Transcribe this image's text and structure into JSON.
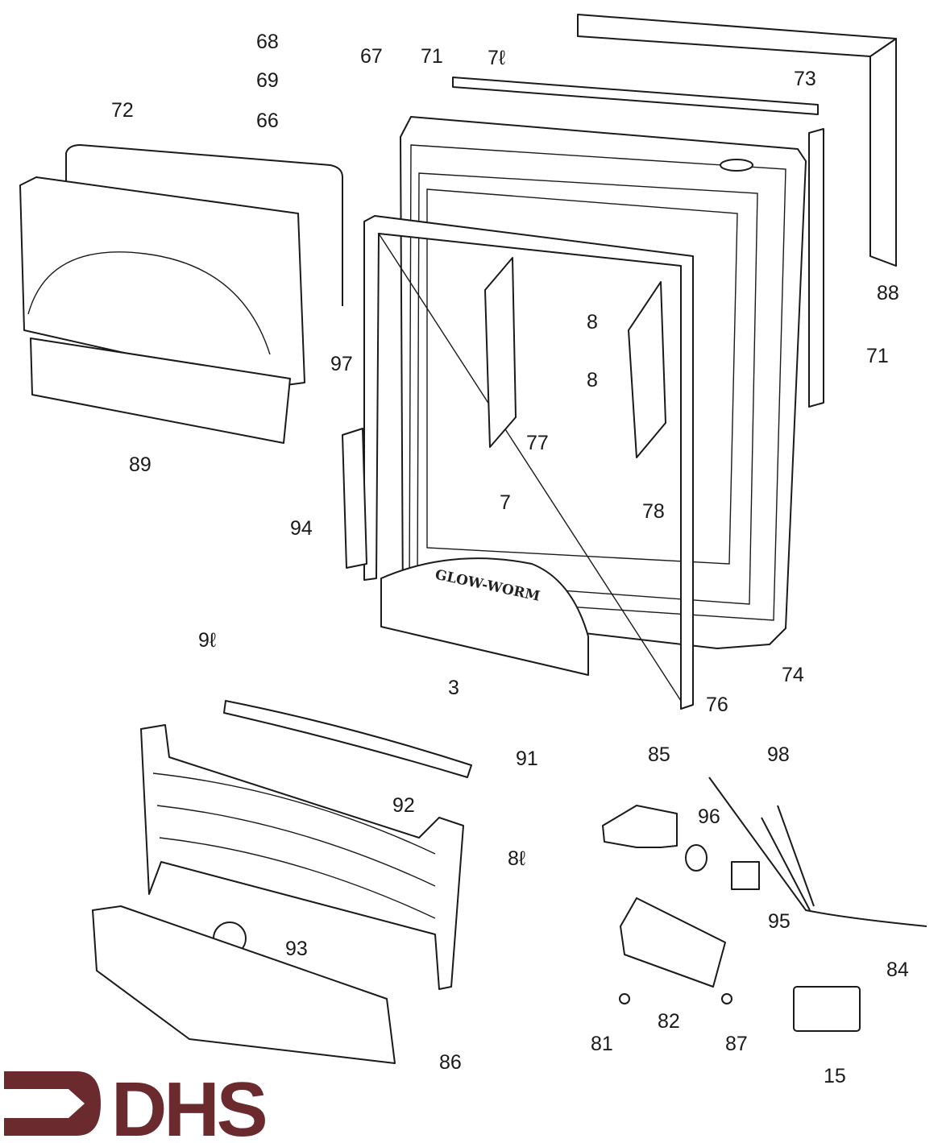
{
  "title": "Glow-Worm fire exploded parts diagram",
  "brand_plate_text": "GLOW-WORM",
  "logo_text": "DHS",
  "colors": {
    "logo": "#6b2a2e",
    "line": "#1a1a1a",
    "background": "#ffffff"
  },
  "part_labels": {
    "p68": "68",
    "p69": "69",
    "p66": "66",
    "p67": "67",
    "p71a": "71",
    "p70a": "7ℓ",
    "p73": "73",
    "p72": "72",
    "p97": "97",
    "p89": "89",
    "p88": "88",
    "p71b": "71",
    "p8a": "8",
    "p8b": "8",
    "p77": "77",
    "p78": "78",
    "p94": "94",
    "p7": "7",
    "p3": "3",
    "p74": "74",
    "p76": "76",
    "p90": "9ℓ",
    "p91": "91",
    "p92": "92",
    "p80": "8ℓ",
    "p93": "93",
    "p86": "86",
    "p85": "85",
    "p98": "98",
    "p96": "96",
    "p95": "95",
    "p84": "84",
    "p82": "82",
    "p81": "81",
    "p87": "87",
    "p15": "15"
  }
}
